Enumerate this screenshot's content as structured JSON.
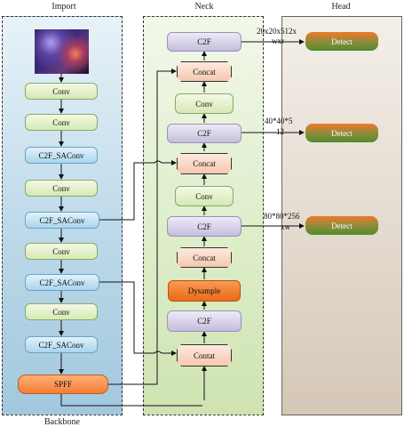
{
  "titles": {
    "import": "Import",
    "neck": "Neck",
    "head": "Head",
    "backbone": "Backbone"
  },
  "backbone": {
    "nodes": [
      "Conv",
      "Conv",
      "C2F_SAConv",
      "Conv",
      "C2F_SAConv",
      "Conv",
      "C2F_SAConv",
      "Conv",
      "C2F_SAConv",
      "SPFF"
    ]
  },
  "neck": {
    "nodes": [
      "C2F",
      "Concat",
      "Conv",
      "C2F",
      "Concat",
      "Conv",
      "C2F",
      "Concat",
      "Dysample",
      "C2F",
      "Contat"
    ]
  },
  "head": {
    "detect_label": "Detect",
    "annotations": [
      {
        "line1": "20x20x512x",
        "line2": "wxr"
      },
      {
        "line1": "40*40*5",
        "line2": "12"
      },
      {
        "line1": "80*80*256",
        "line2": "xw"
      }
    ]
  },
  "colors": {
    "conv": "#d6e9b4",
    "c2f_saconv": "#a9d5ef",
    "c2f": "#c4bedc",
    "concat": "#f6c8ae",
    "dysample": "#ea6a17",
    "spff": "#f67e35",
    "detect_top": "#f0782a",
    "detect_bottom": "#4e8d2e"
  }
}
